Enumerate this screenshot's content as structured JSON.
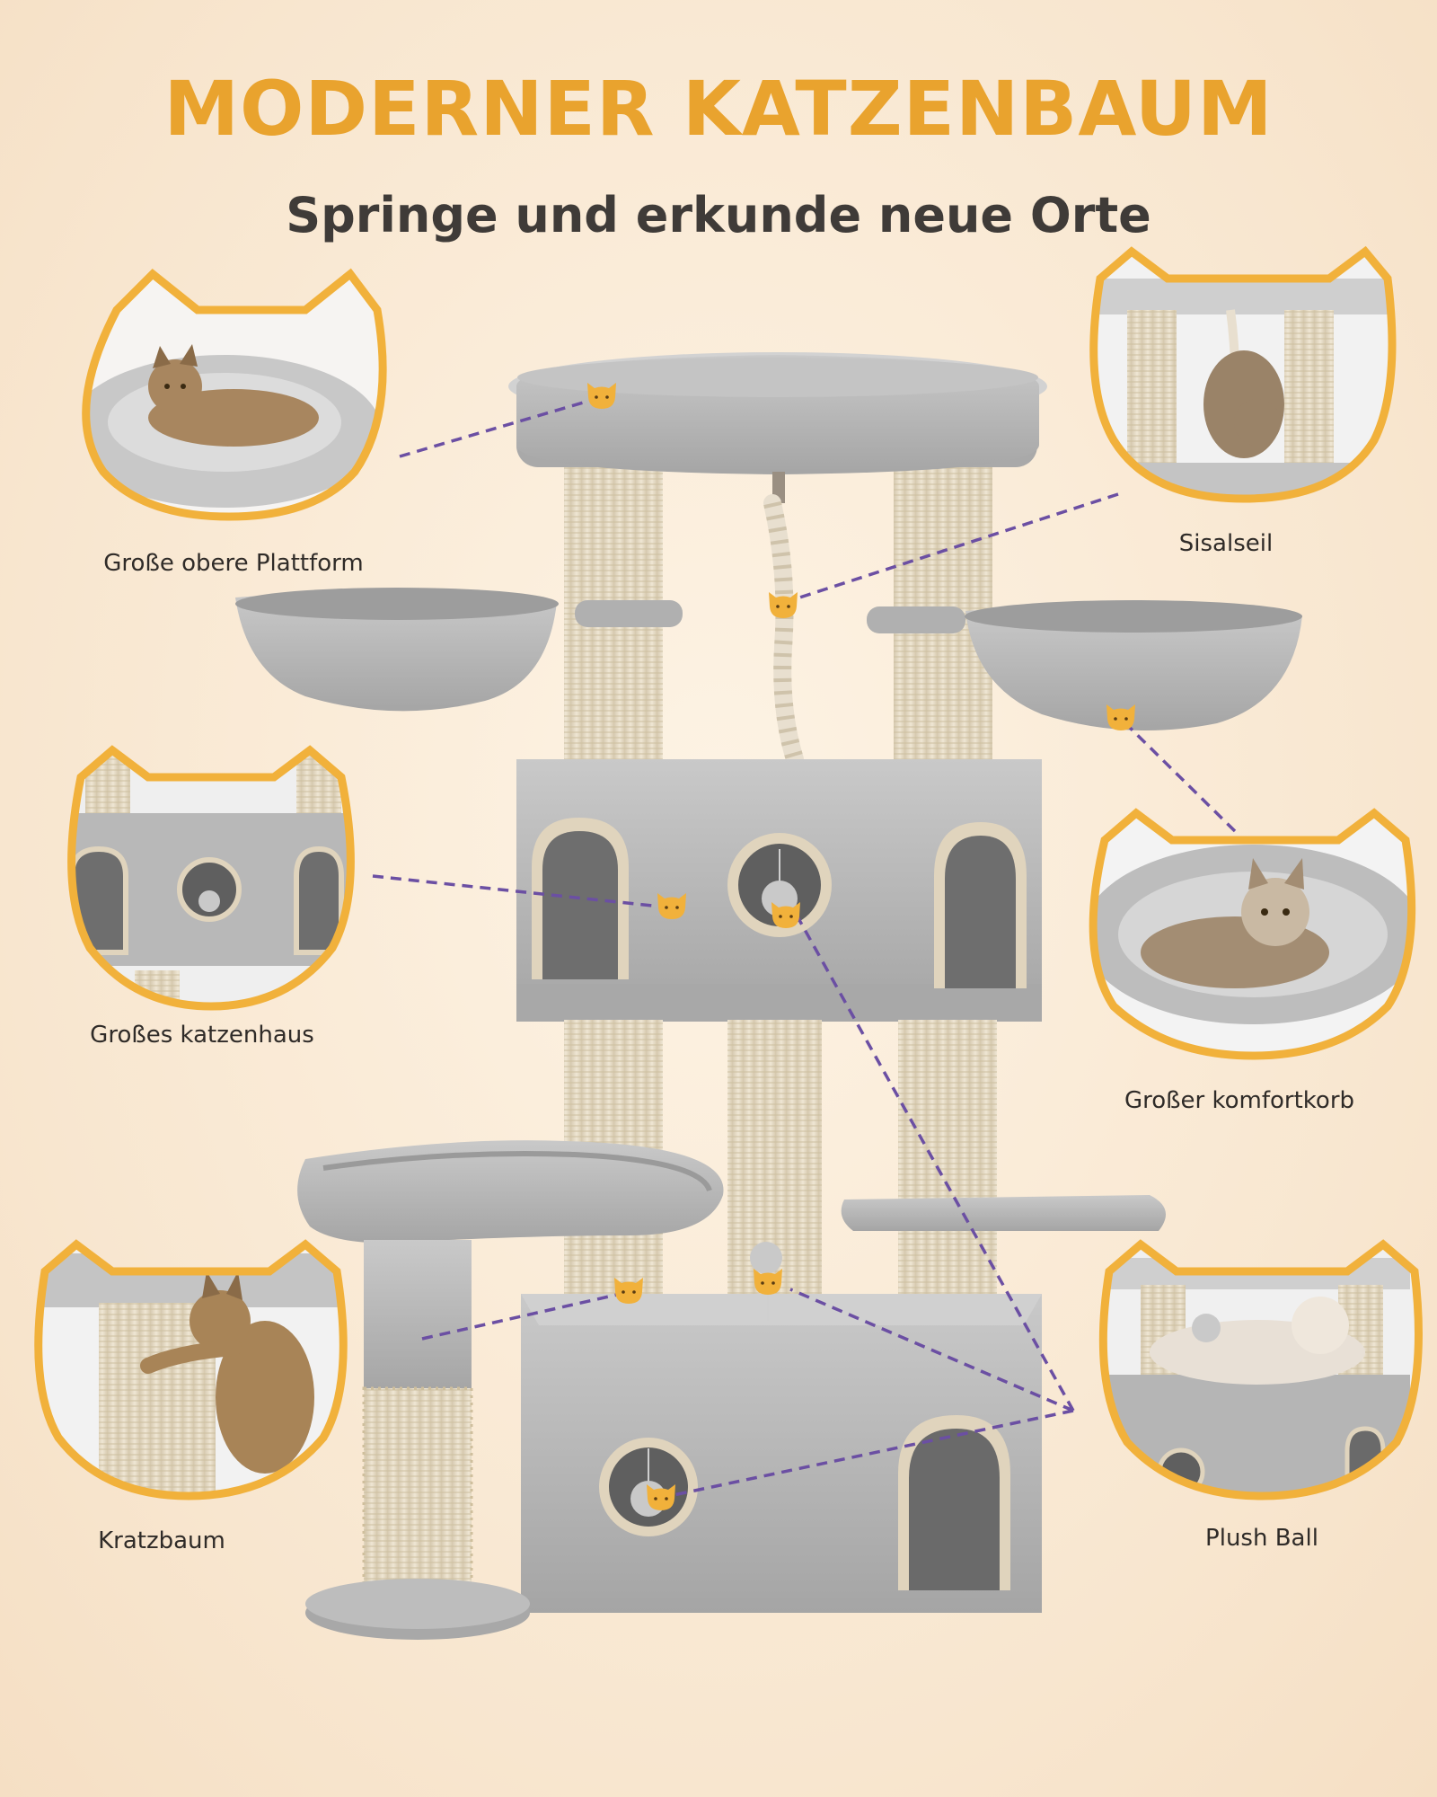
{
  "header": {
    "title": "MODERNER KATZENBAUM",
    "subtitle": "Springe und erkunde neue Orte"
  },
  "features": [
    {
      "id": "top-platform",
      "label": "Große obere Plattform"
    },
    {
      "id": "sisal-rope",
      "label": "Sisalseil"
    },
    {
      "id": "cat-house",
      "label": "Großes katzenhaus"
    },
    {
      "id": "comfort-basket",
      "label": "Großer komfortkorb"
    },
    {
      "id": "scratching-post",
      "label": "Kratzbaum"
    },
    {
      "id": "plush-ball",
      "label": "Plush Ball"
    }
  ],
  "colors": {
    "title": "#e9a32e",
    "frame": "#f1b13b",
    "connector": "#6b4fa3",
    "plush": "#b9b9b9",
    "sisal": "#e7ddc9"
  },
  "icons": {
    "marker": "cat-head-icon"
  }
}
